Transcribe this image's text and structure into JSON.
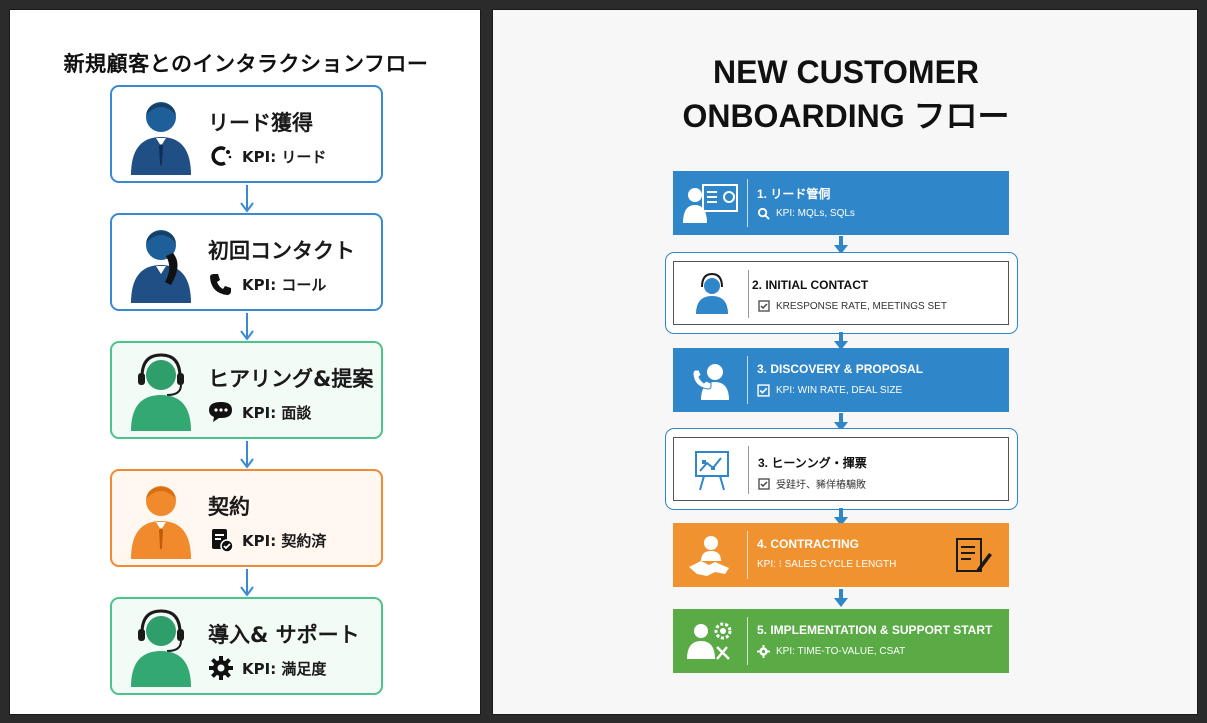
{
  "left": {
    "title": "新規顧客とのインタラクションフロー",
    "steps": [
      {
        "title": "リード獲得",
        "kpi": "KPI: リード",
        "icon": "lead-spinner-icon",
        "person": "businessman-icon",
        "color": "#3a8ad3"
      },
      {
        "title": "初回コンタクト",
        "kpi": "KPI: コール",
        "icon": "phone-icon",
        "person": "businessman-phone-icon",
        "color": "#3a8ad3"
      },
      {
        "title": "ヒアリング&提案",
        "kpi": "KPI: 面談",
        "icon": "chat-bubble-icon",
        "person": "headset-agent-icon",
        "color": "#4cc38a"
      },
      {
        "title": "契約",
        "kpi": "KPI: 契約済",
        "icon": "contract-check-icon",
        "person": "businessman-orange-icon",
        "color": "#ef8a35"
      },
      {
        "title": "導入& サポート",
        "kpi": "KPI: 満足度",
        "icon": "gear-icon",
        "person": "headset-agent-icon",
        "color": "#4cc38a"
      }
    ]
  },
  "right": {
    "title_line1": "NEW CUSTOMER",
    "title_line2": "ONBOARDING フロー",
    "steps": [
      {
        "title": "1. リード管侗",
        "kpi": "KPI: MQLs, SQLs",
        "style": "filled",
        "color": "#2f86c9",
        "icon": "presenter-board-icon",
        "kpi_icon": "search-icon"
      },
      {
        "title": "2. INITIAL CONTACT",
        "kpi": "KRESPONSE RATE, MEETINGS SET",
        "style": "outlined",
        "color": "#2f86c9",
        "icon": "headset-agent-icon",
        "kpi_icon": "checkbox-icon"
      },
      {
        "title": "3. DISCOVERY & PROPOSAL",
        "kpi": "KPI: WIN RATE, DEAL SIZE",
        "style": "filled",
        "color": "#2f86c9",
        "icon": "phone-person-icon",
        "kpi_icon": "checkbox-icon"
      },
      {
        "title": "3. ヒーンング・揮票",
        "kpi": "受跬圩、豨佯樁騸敗",
        "style": "outlined",
        "color": "#2f86c9",
        "icon": "chart-easel-icon",
        "kpi_icon": "checkbox-icon"
      },
      {
        "title": "4. CONTRACTING",
        "kpi": "KPI: ⁝ SALES CYCLE LENGTH",
        "style": "filled",
        "color": "#f0922f",
        "icon": "handshake-icon",
        "kpi_icon": "none"
      },
      {
        "title": "5. IMPLEMENTATION & SUPPORT START",
        "kpi": "KPI: TIME-TO-VALUE, CSAT",
        "style": "filled",
        "color": "#5aaa45",
        "icon": "person-gear-icon",
        "kpi_icon": "gear-icon"
      }
    ]
  }
}
